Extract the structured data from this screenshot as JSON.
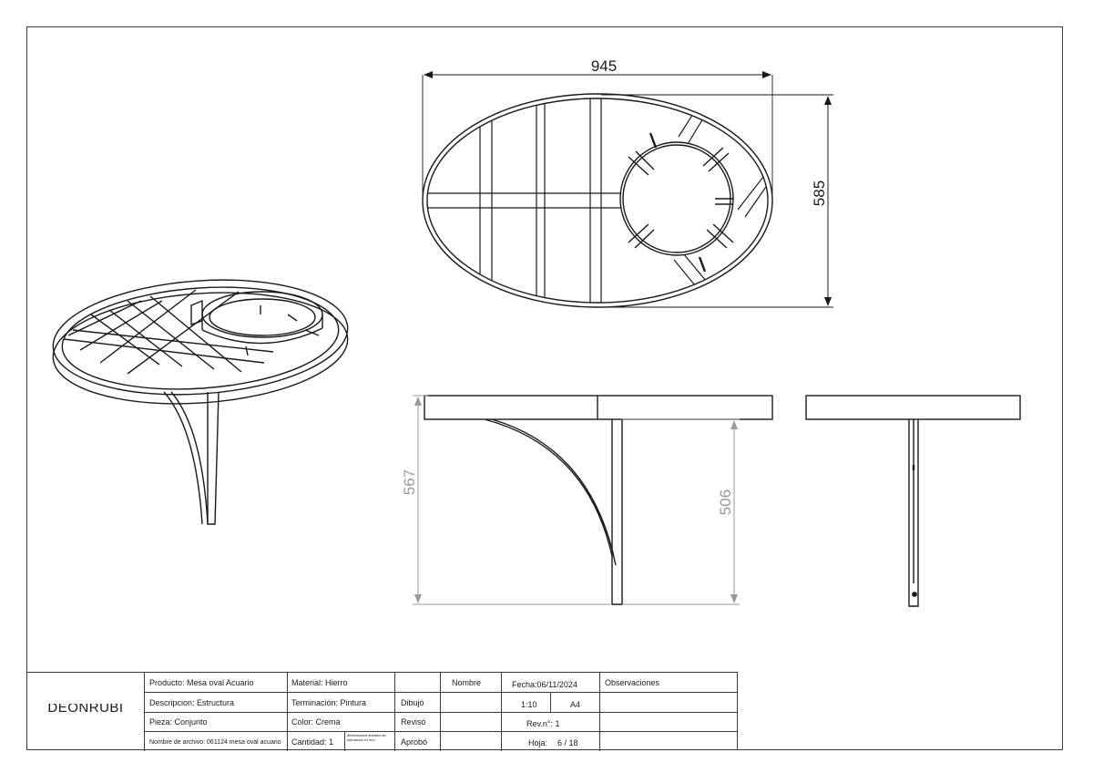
{
  "dimensions": {
    "top_width": "945",
    "top_depth": "585",
    "front_height": "567",
    "front_inner_height": "506"
  },
  "title_block": {
    "company": "DEONRUBI",
    "producto": "Producto: Mesa oval Acuario",
    "descripcion": "Descripcion: Estructura",
    "pieza": "Pieza: Conjunto",
    "nombre_archivo": "Nombre de archivo: 061124 mesa oval acuario",
    "material": "Material:  Hierro",
    "terminacion": "Terminación: Pintura",
    "color": "Color: Crema",
    "cantidad": "Cantidad: 1",
    "cantidad_note": "dimensiones lineales sin tolerancia en mm",
    "dibujo": "Dibujó",
    "reviso": "Revisó",
    "aprobo": "Aprobó",
    "nombre": "Nombre",
    "fecha": "Fecha:06/11/2024",
    "escala": "1:10",
    "formato": "A4",
    "revision": "Rev.n°: 1",
    "hoja_label": "Hoja:",
    "hoja": "6 / 18",
    "observaciones": "Observaciones"
  },
  "colors": {
    "line": "#1a1a1a",
    "dimension_grey": "#9a9a9a",
    "background": "#ffffff"
  }
}
